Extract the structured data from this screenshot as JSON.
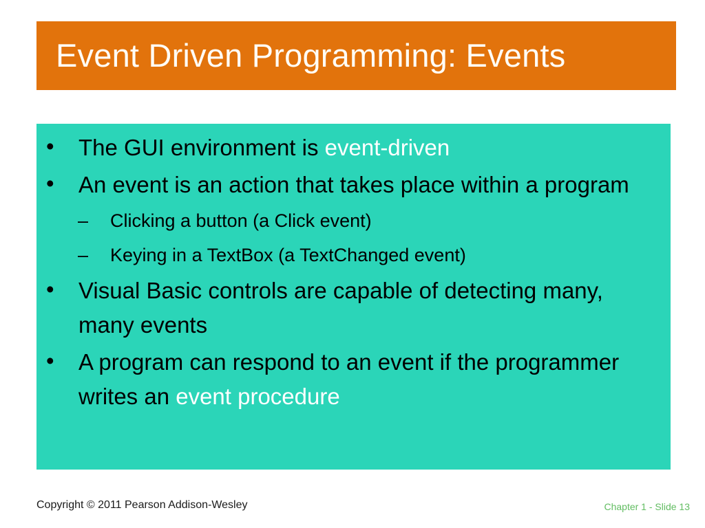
{
  "slide": {
    "title": "Event Driven Programming: Events",
    "colors": {
      "title_bar": "#E2730C",
      "title_text": "#FFFDF6",
      "content_box": "#2BD5B8",
      "body_text": "#000000",
      "highlight_text": "#FFFFFF",
      "footer_left_text": "#1A1A1A",
      "footer_right_text": "#62BD62",
      "background": "#FFFFFF"
    },
    "bullet_glyphs": {
      "level1": "•",
      "level2": "–"
    },
    "body": [
      {
        "level": 1,
        "segments": [
          {
            "text": "The GUI environment is ",
            "style": "normal"
          },
          {
            "text": "event-driven",
            "style": "highlight"
          }
        ]
      },
      {
        "level": 1,
        "segments": [
          {
            "text": "An event is an action that takes place within a program",
            "style": "normal"
          }
        ]
      },
      {
        "level": 2,
        "segments": [
          {
            "text": "Clicking a button (a Click event)",
            "style": "normal"
          }
        ]
      },
      {
        "level": 2,
        "segments": [
          {
            "text": "Keying in a TextBox (a TextChanged event)",
            "style": "normal"
          }
        ]
      },
      {
        "level": 1,
        "segments": [
          {
            "text": "Visual Basic controls are capable of detecting many, many events",
            "style": "normal"
          }
        ]
      },
      {
        "level": 1,
        "segments": [
          {
            "text": "A program can respond to an event if the programmer writes an ",
            "style": "normal"
          },
          {
            "text": "event procedure",
            "style": "highlight"
          }
        ]
      }
    ],
    "footer": {
      "copyright": "Copyright © 2011 Pearson Addison-Wesley",
      "slide_ref": "Chapter 1 - Slide 13"
    }
  }
}
